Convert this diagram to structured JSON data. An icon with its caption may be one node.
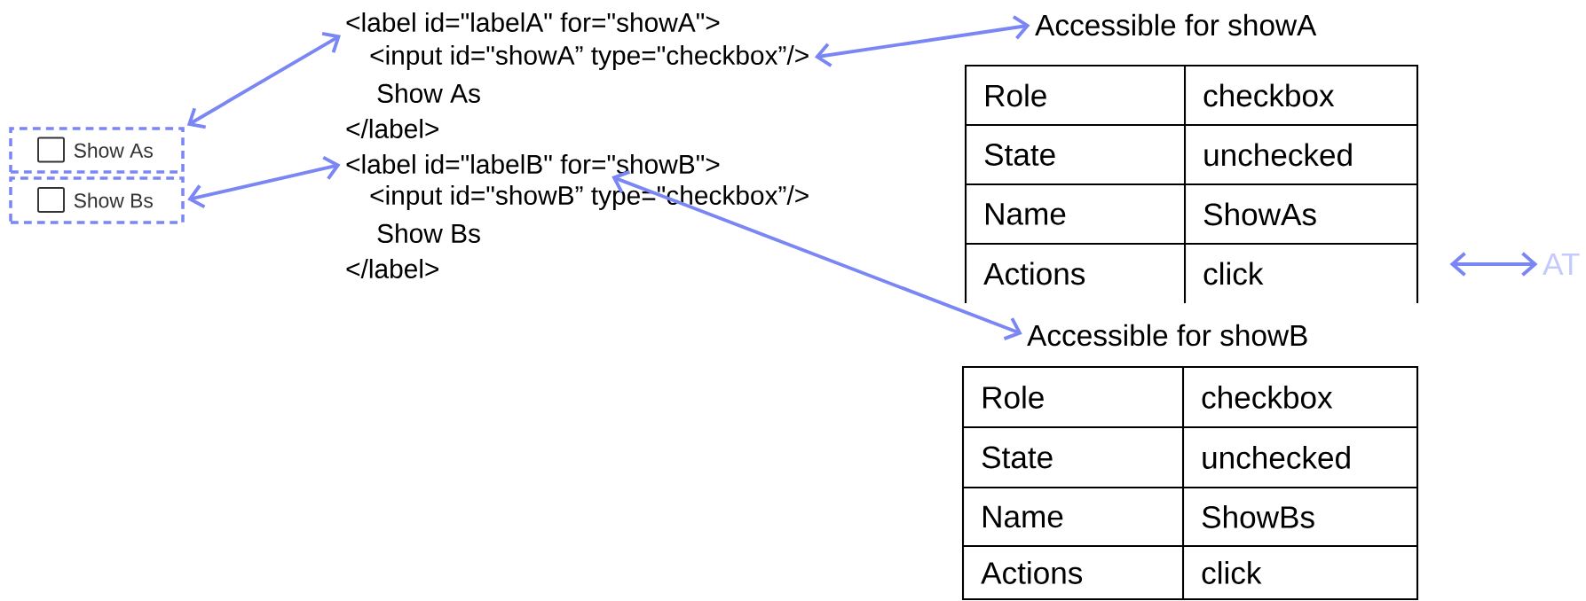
{
  "diagram": {
    "nodes": [
      {
        "text": [
          "Show As"
        ]
      },
      {
        "text": [
          "Show Bs"
        ]
      },
      {
        "text": [
          "<label id=\"labelA\" for=\"showA\">"
        ]
      },
      {
        "text": [
          "<input id=\"showA” type=\"checkbox”/>"
        ]
      },
      {
        "text": [
          "<label id=\"labelB\" for=\"showB\">"
        ]
      },
      {
        "text": [
          "Accessible for showA"
        ]
      },
      {
        "text": [
          "AT"
        ]
      },
      {
        "text": [
          "Accessible for showB"
        ]
      }
    ],
    "edges": [
      {
        "from": 0,
        "to": 2,
        "arrow": "both"
      },
      {
        "from": 1,
        "to": 4,
        "arrow": "both"
      },
      {
        "from": 3,
        "to": 5,
        "arrow": "both"
      },
      {
        "from": 4,
        "to": 7,
        "arrow": "both"
      },
      {
        "from": null,
        "to": 6,
        "arrow": "both"
      }
    ],
    "labels": [
      "Show As",
      "</label>",
      "<input id=\"showB” type=\"checkbox”/>",
      "Show Bs",
      "</label>",
      "Role",
      "checkbox",
      "State",
      "unchecked",
      "Name",
      "ShowAs",
      "Actions",
      "click",
      "Role",
      "checkbox",
      "State",
      "unchecked",
      "Name",
      "ShowBs",
      "Actions",
      "click"
    ]
  }
}
